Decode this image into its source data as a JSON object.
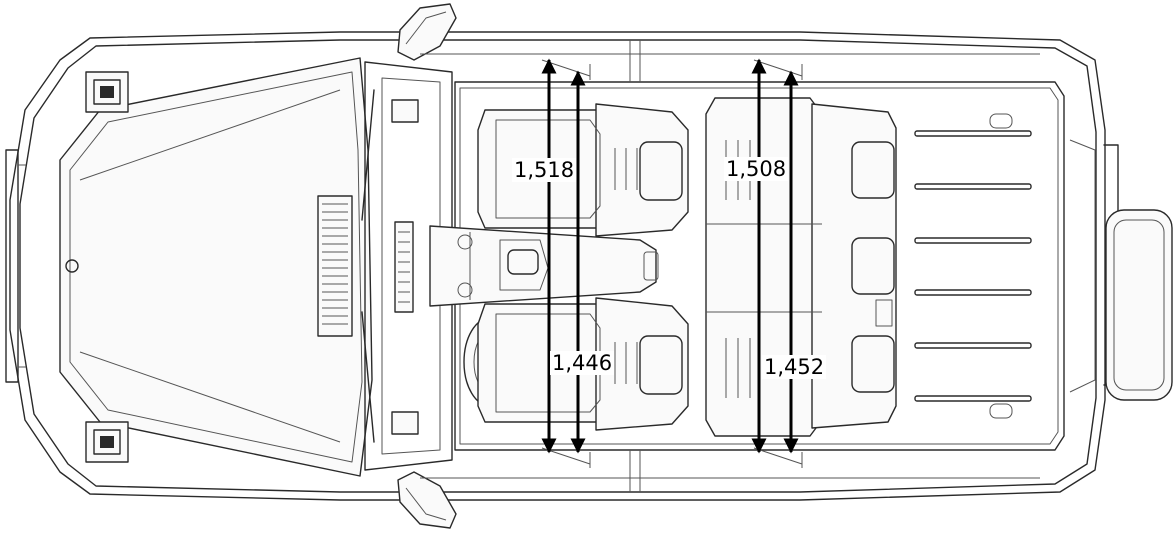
{
  "dimensions": {
    "front_shoulder_room": "1,518",
    "front_hip_room": "1,446",
    "rear_shoulder_room": "1,508",
    "rear_hip_room": "1,452"
  },
  "colors": {
    "line": "#2a2a2a",
    "arrow": "#000000",
    "background": "#ffffff"
  }
}
